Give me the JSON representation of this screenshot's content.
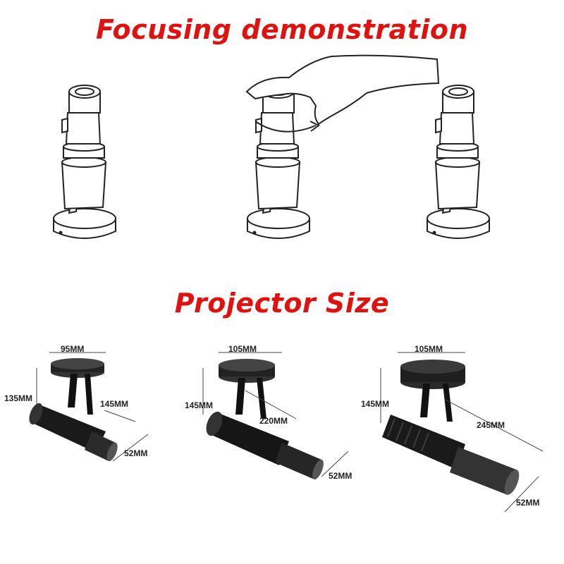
{
  "titles": {
    "focusing": "Focusing demonstration",
    "size": "Projector Size"
  },
  "accent_color": "#e0120f",
  "illustrations": [
    {
      "name": "projector-unfocused",
      "hand": false
    },
    {
      "name": "projector-focusing",
      "hand": true
    },
    {
      "name": "projector-focused",
      "hand": false
    }
  ],
  "projectors": [
    {
      "width": "95MM",
      "height": "135MM",
      "length": "145MM",
      "lens": "52MM"
    },
    {
      "width": "105MM",
      "height": "145MM",
      "length": "220MM",
      "lens": "52MM"
    },
    {
      "width": "105MM",
      "height": "145MM",
      "length": "245MM",
      "lens": "52MM"
    }
  ]
}
